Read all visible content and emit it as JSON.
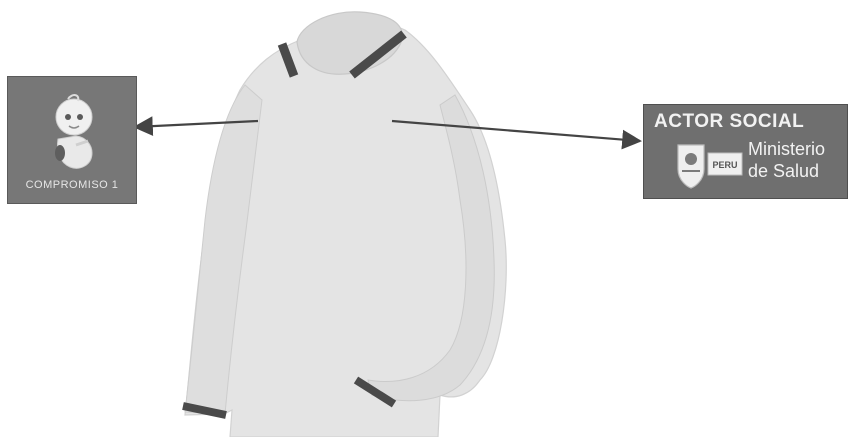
{
  "left_badge": {
    "caption": "COMPROMISO 1",
    "icon": "baby-mascot-icon"
  },
  "right_badge": {
    "title": "ACTOR SOCIAL",
    "line1": "Ministerio",
    "line2": "de Salud",
    "emblem_label": "PERU",
    "icon": "national-emblem-icon"
  },
  "colors": {
    "badge_bg": "#777777",
    "shirt": "#e4e4e4",
    "trim": "#4a4a4a",
    "arrow": "#444444"
  }
}
